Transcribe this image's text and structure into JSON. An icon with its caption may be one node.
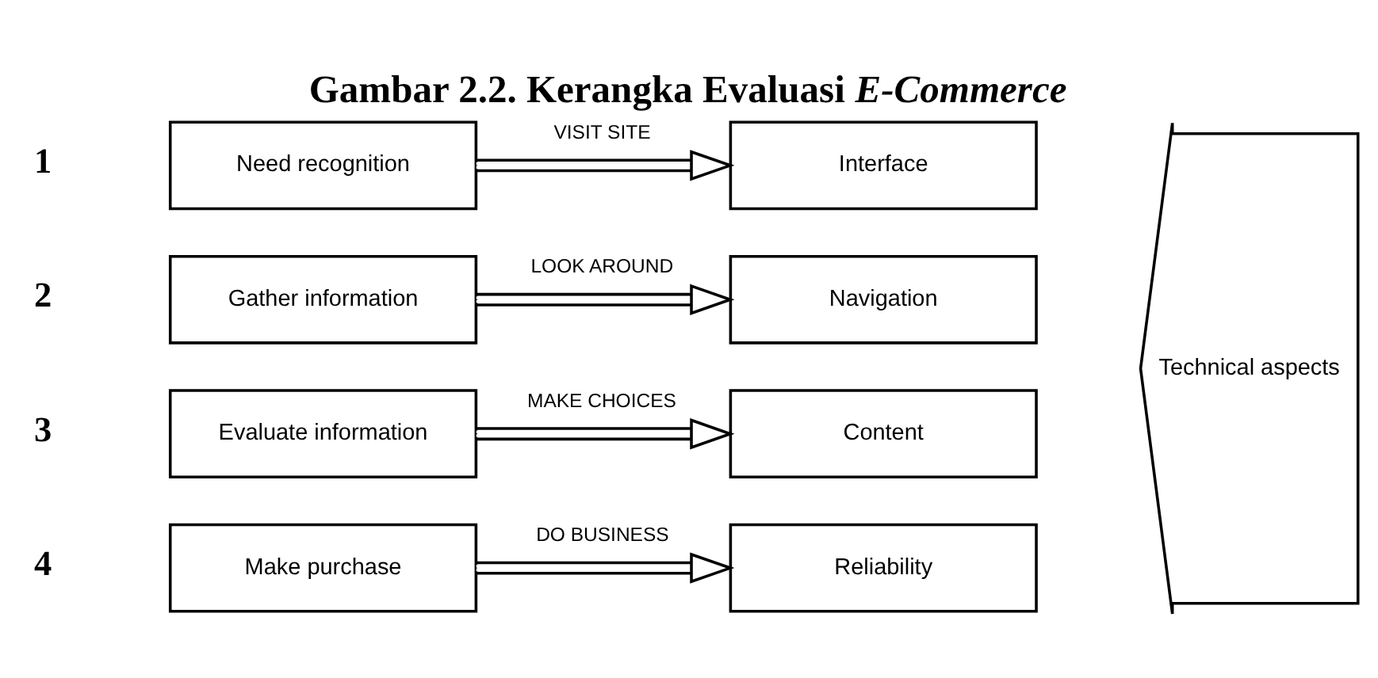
{
  "diagram": {
    "title": "Gambar 2.2. Kerangka Evaluasi *E-Commerce*",
    "nodes": [
      {
        "text": [
          "Need recognition"
        ]
      },
      {
        "text": [
          "Interface"
        ]
      },
      {
        "text": [
          "Gather information"
        ]
      },
      {
        "text": [
          "Navigation"
        ]
      },
      {
        "text": [
          "Evaluate information"
        ]
      },
      {
        "text": [
          "Content"
        ]
      },
      {
        "text": [
          "Make purchase"
        ]
      },
      {
        "text": [
          "Reliability"
        ]
      },
      {
        "text": [
          "Technical aspects"
        ]
      }
    ],
    "edges": [
      {
        "from": 0,
        "to": 1,
        "arrow": "to",
        "label": "VISIT SITE"
      },
      {
        "from": 2,
        "to": 3,
        "arrow": "to",
        "label": "LOOK AROUND"
      },
      {
        "from": 4,
        "to": 5,
        "arrow": "to",
        "label": "MAKE CHOICES"
      },
      {
        "from": 6,
        "to": 7,
        "arrow": "to",
        "label": "DO BUSINESS"
      }
    ],
    "labels": [
      "1",
      "2",
      "3",
      "4"
    ]
  }
}
